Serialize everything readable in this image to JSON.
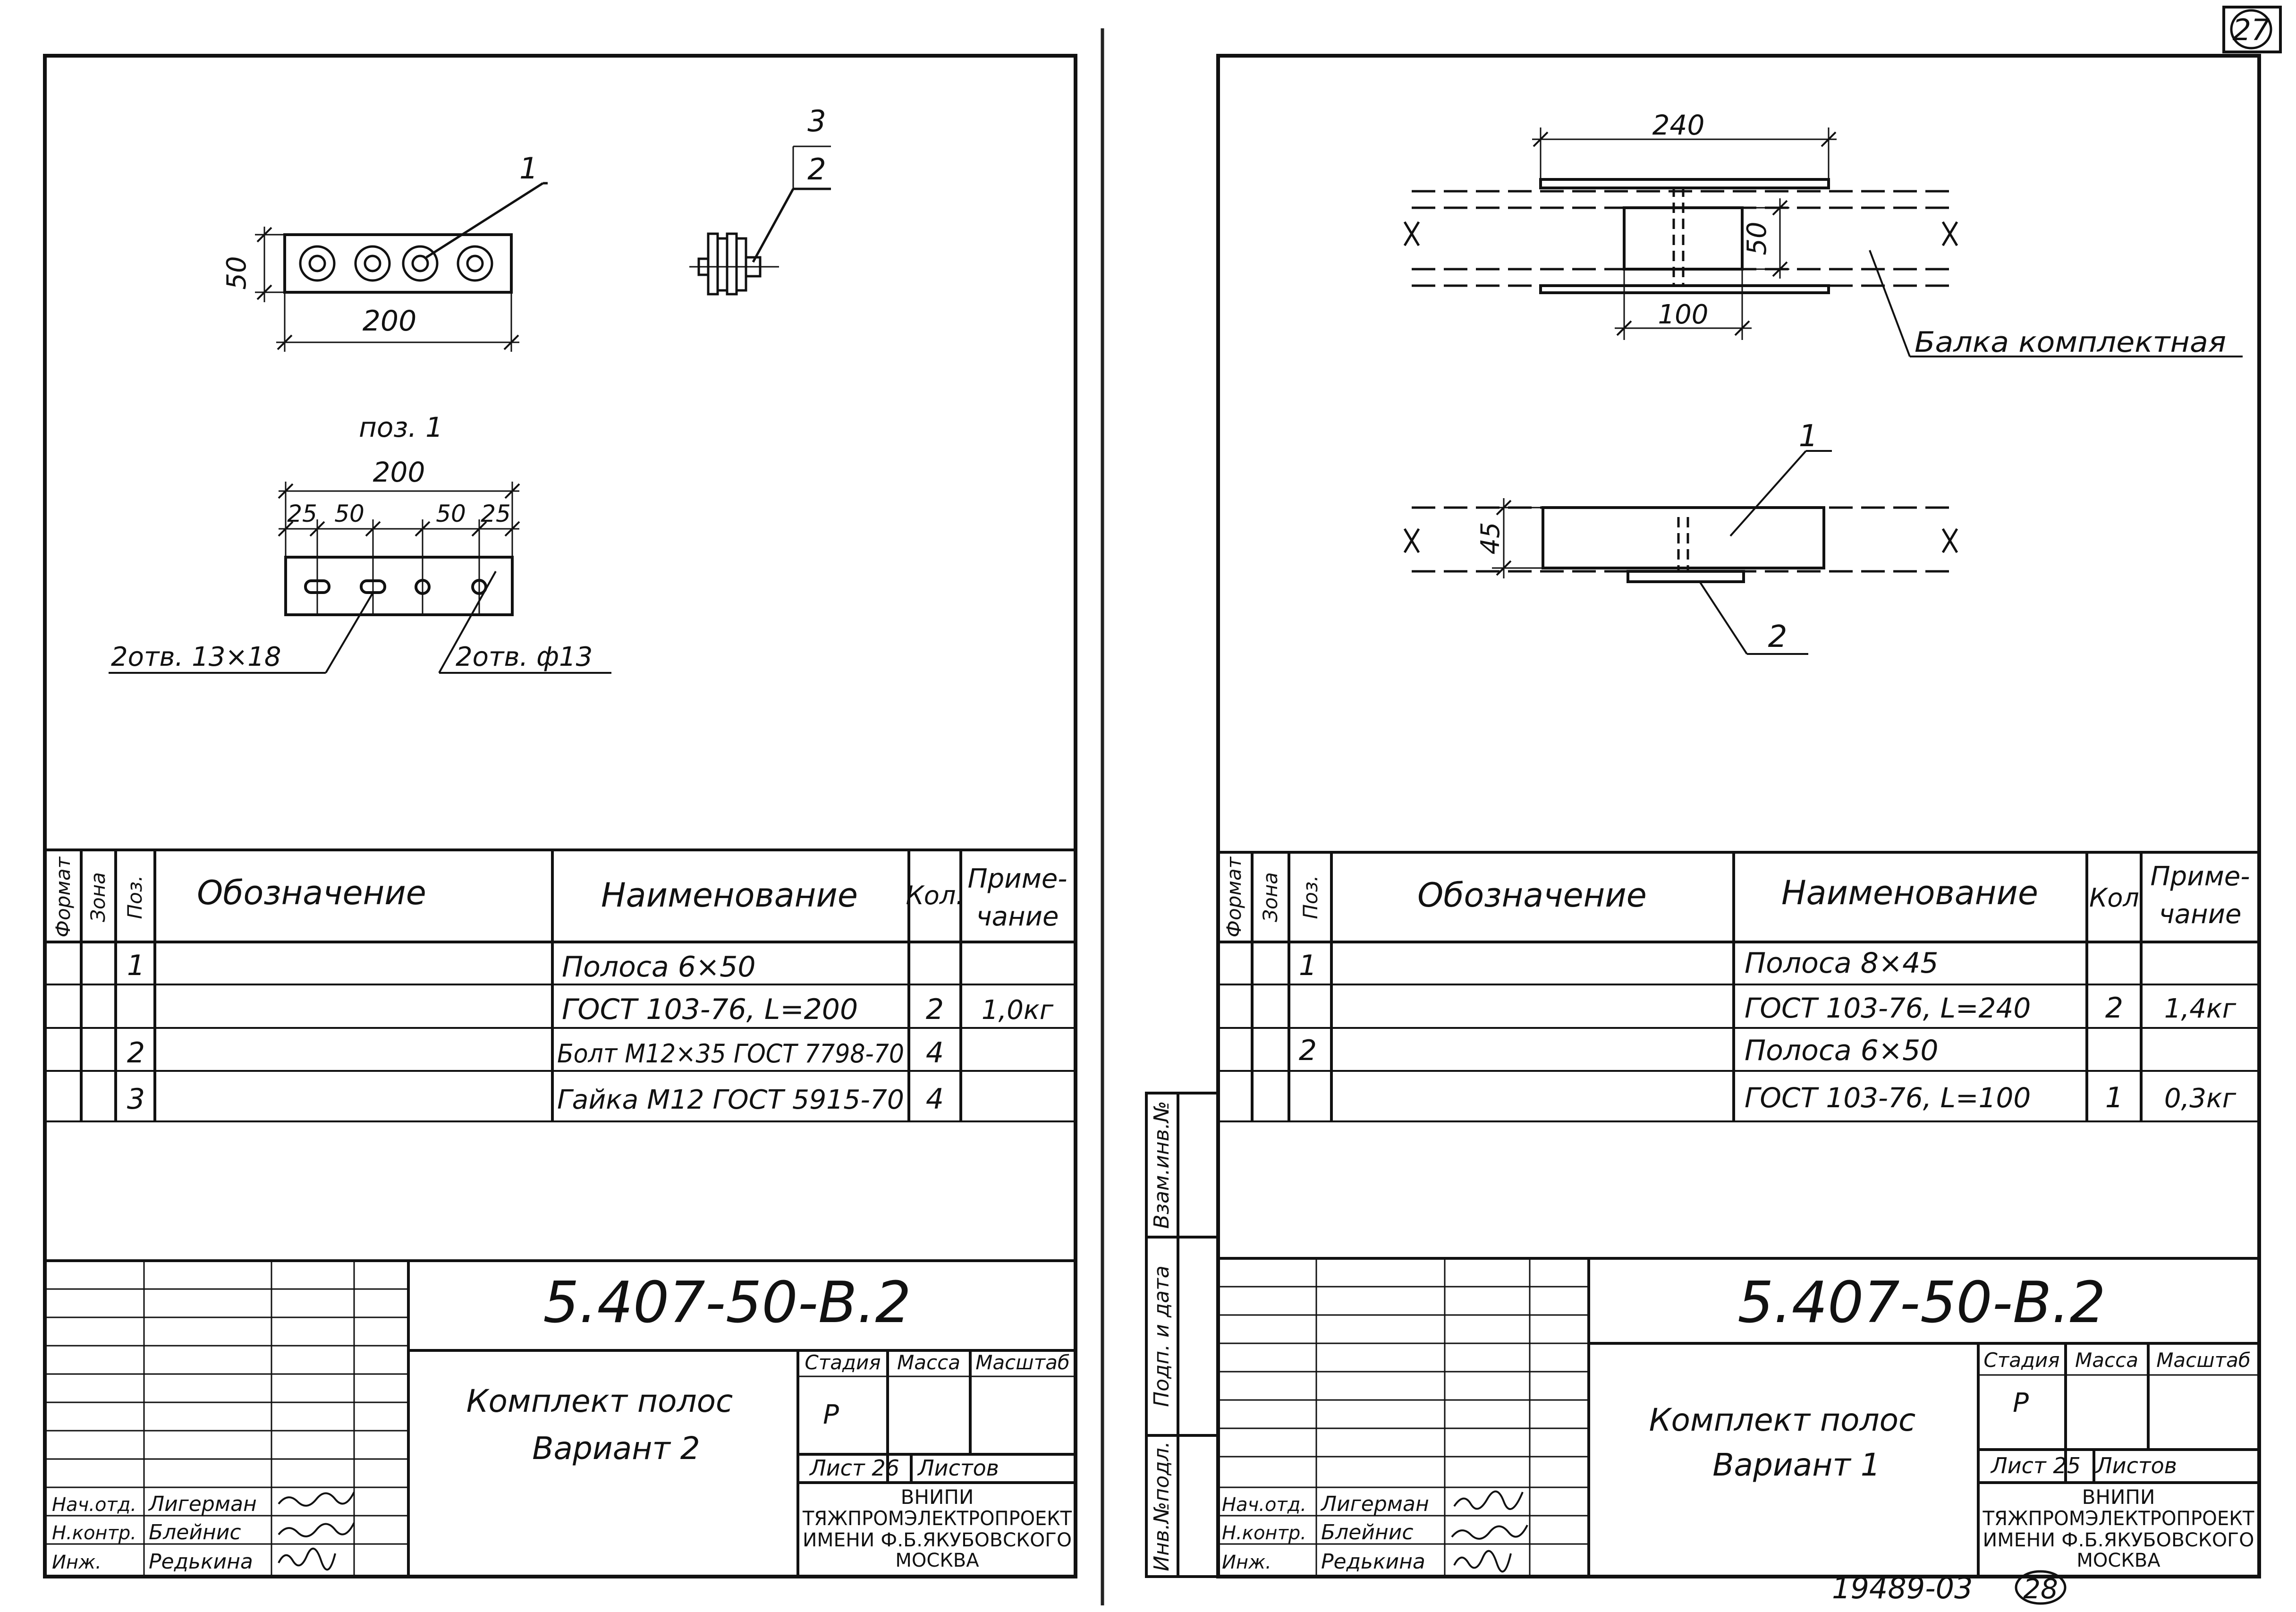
{
  "sheet_number": "27",
  "bottom_stamp": "19489-03",
  "bottom_stamp_circled": "28",
  "left": {
    "drawing": {
      "leader_1": "1",
      "leader_3": "3",
      "leader_2": "2",
      "dim_height": "50",
      "dim_length": "200",
      "pos_label": "поз. 1",
      "dim_total": "200",
      "dim_25a": "25",
      "dim_50a": "50",
      "dim_50b": "50",
      "dim_25b": "25",
      "hole_label_1": "2отв. 13×18",
      "hole_label_2": "2отв. ф13"
    },
    "spec": {
      "headers": {
        "format": "Формат",
        "zone": "Зона",
        "pos": "Поз.",
        "designation": "Обозначение",
        "name": "Наименование",
        "qty": "Кол.",
        "note_1": "Приме-",
        "note_2": "чание"
      },
      "rows": [
        {
          "pos": "1",
          "name": "Полоса 6×50",
          "qty": "",
          "note": ""
        },
        {
          "pos": "",
          "name": "ГОСТ 103-76, L=200",
          "qty": "2",
          "note": "1,0кг"
        },
        {
          "pos": "2",
          "name": "Болт М12×35 ГОСТ 7798-70",
          "qty": "4",
          "note": ""
        },
        {
          "pos": "3",
          "name": "Гайка М12 ГОСТ 5915-70",
          "qty": "4",
          "note": ""
        }
      ]
    },
    "title_block": {
      "code": "5.407-50-В.2",
      "title_1": "Комплект полос",
      "title_2": "Вариант 2",
      "stage_h": "Стадия",
      "mass_h": "Масса",
      "scale_h": "Масштаб",
      "stage": "Р",
      "sheet": "Лист 26",
      "sheets": "Листов",
      "org_1": "ВНИПИ",
      "org_2": "ТЯЖПРОМЭЛЕКТРОПРОЕКТ",
      "org_3": "ИМЕНИ Ф.Б.ЯКУБОВСКОГО",
      "org_4": "МОСКВА",
      "roles": [
        {
          "role": "Нач.отд.",
          "name": "Лигерман"
        },
        {
          "role": "Н.контр.",
          "name": "Блейнис"
        },
        {
          "role": "Инж.",
          "name": "Редькина"
        }
      ]
    }
  },
  "right": {
    "drawing": {
      "dim_240": "240",
      "dim_50": "50",
      "dim_100": "100",
      "beam_label": "Балка комплектная",
      "leader_1": "1",
      "dim_45": "45",
      "leader_2": "2"
    },
    "side_labels": {
      "inv_dupl": "Взам.инв.№",
      "sign_date": "Подп. и дата",
      "inv_orig": "Инв.№подл."
    },
    "spec": {
      "headers": {
        "format": "Формат",
        "zone": "Зона",
        "pos": "Поз.",
        "designation": "Обозначение",
        "name": "Наименование",
        "qty": "Кол",
        "note_1": "Приме-",
        "note_2": "чание"
      },
      "rows": [
        {
          "pos": "1",
          "name": "Полоса 8×45",
          "qty": "",
          "note": ""
        },
        {
          "pos": "",
          "name": "ГОСТ 103-76, L=240",
          "qty": "2",
          "note": "1,4кг"
        },
        {
          "pos": "2",
          "name": "Полоса 6×50",
          "qty": "",
          "note": ""
        },
        {
          "pos": "",
          "name": "ГОСТ 103-76, L=100",
          "qty": "1",
          "note": "0,3кг"
        }
      ]
    },
    "title_block": {
      "code": "5.407-50-В.2",
      "title_1": "Комплект полос",
      "title_2": "Вариант 1",
      "stage_h": "Стадия",
      "mass_h": "Масса",
      "scale_h": "Масштаб",
      "stage": "Р",
      "sheet": "Лист 25",
      "sheets": "Листов",
      "org_1": "ВНИПИ",
      "org_2": "ТЯЖПРОМЭЛЕКТРОПРОЕКТ",
      "org_3": "ИМЕНИ Ф.Б.ЯКУБОВСКОГО",
      "org_4": "МОСКВА",
      "roles": [
        {
          "role": "Нач.отд.",
          "name": "Лигерман"
        },
        {
          "role": "Н.контр.",
          "name": "Блейнис"
        },
        {
          "role": "Инж.",
          "name": "Редькина"
        }
      ]
    }
  }
}
